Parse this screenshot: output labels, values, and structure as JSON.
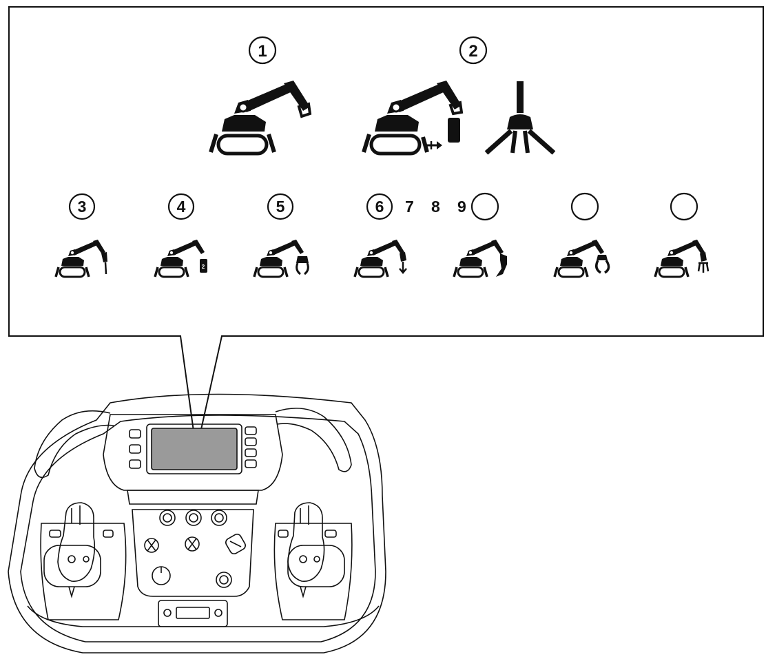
{
  "callouts": {
    "top": [
      "1",
      "2"
    ],
    "bottom": [
      "3",
      "4",
      "5",
      "6",
      "7",
      "8",
      "9"
    ]
  },
  "colors": {
    "ink": "#111111",
    "screen": "#9a9a9a",
    "paper": "#ffffff"
  },
  "icons": {
    "top": [
      "machine-with-tool-icon",
      "machine-with-tool-and-stabilizer-icon",
      "outrigger-stabilizer-icon"
    ],
    "bottom": [
      "breaker-tool-icon",
      "crusher-tool-icon",
      "grab-tool-icon",
      "drill-tool-icon",
      "bucket-tool-icon",
      "claw-tool-icon",
      "sorting-grab-tool-icon"
    ]
  }
}
